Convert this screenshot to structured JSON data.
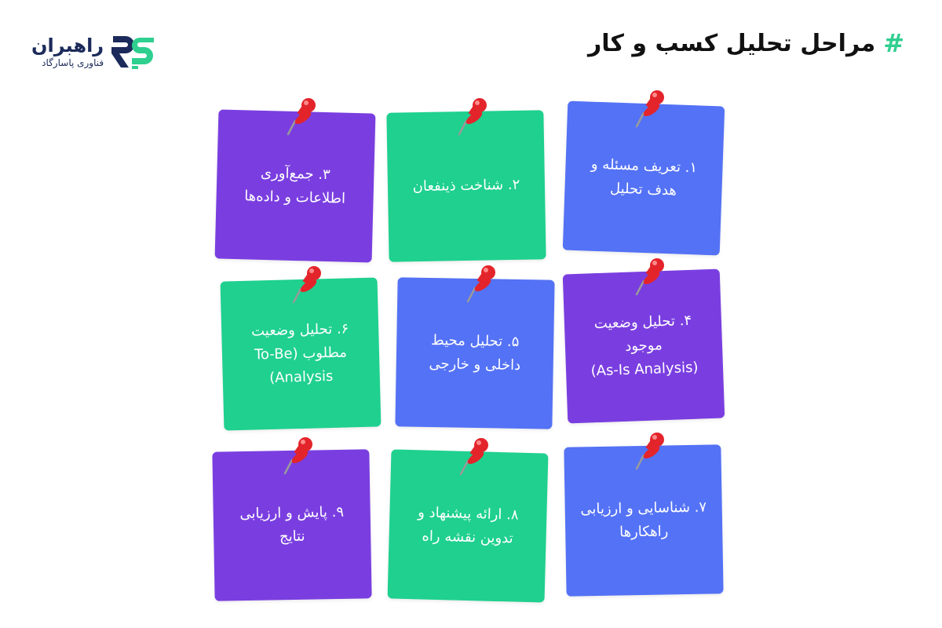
{
  "title": "مراحل تحلیل کسب و کار",
  "title_mark": "#",
  "logo": {
    "name": "راهبران",
    "subtitle": "فناوری پاسارگاد"
  },
  "colors": {
    "blue": "#5472f5",
    "green": "#1fd08f",
    "purple": "#7a3ee0",
    "pin": "#e3242b",
    "accent": "#2ecf8f"
  },
  "steps": [
    {
      "label": "۱. تعریف مسئله و\nهدف تحلیل",
      "color": "blue"
    },
    {
      "label": "۲. شناخت ذینفعان",
      "color": "green"
    },
    {
      "label": "۳. جمع‌آوری\nاطلاعات و داده‌ها",
      "color": "purple"
    },
    {
      "label": "۴. تحلیل وضعیت\nموجود\n(As-Is Analysis)",
      "color": "purple"
    },
    {
      "label": "۵. تحلیل محیط\nداخلی و خارجی",
      "color": "blue"
    },
    {
      "label": "۶. تحلیل وضعیت\nمطلوب (To-Be\nAnalysis)",
      "color": "green"
    },
    {
      "label": "۷. شناسایی و ارزیابی\nراهکارها",
      "color": "blue"
    },
    {
      "label": "۸. ارائه پیشنهاد و\nتدوین نقشه راه",
      "color": "green"
    },
    {
      "label": "۹. پایش و ارزیابی\nنتایج",
      "color": "purple"
    }
  ]
}
